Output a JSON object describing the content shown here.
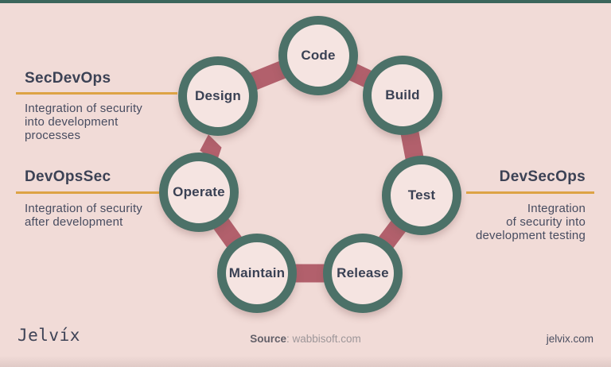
{
  "colors": {
    "background": "#f1dbd7",
    "circle_fill": "#f5e4e1",
    "circle_border": "#4c7168",
    "ribbon": "#b2606c",
    "accent_line": "#dda345",
    "title_text": "#3c4255",
    "body_text": "#474c60",
    "top_bar": "#3c665c"
  },
  "cycle": {
    "nodes": [
      {
        "label": "Code"
      },
      {
        "label": "Build"
      },
      {
        "label": "Test"
      },
      {
        "label": "Release"
      },
      {
        "label": "Maintain"
      },
      {
        "label": "Operate"
      },
      {
        "label": "Design"
      }
    ]
  },
  "callouts": {
    "secdevops": {
      "title": "SecDevOps",
      "description": "Integration of security\ninto development\nprocesses"
    },
    "devopssec": {
      "title": "DevOpsSec",
      "description": "Integration of security\nafter development"
    },
    "devsecops": {
      "title": "DevSecOps",
      "description": "Integration\nof security into\ndevelopment testing"
    }
  },
  "footer": {
    "logo": "Jelvíx",
    "source_label": "Source",
    "source_separator": ": ",
    "source_site": "wabbisoft.com",
    "website": "jelvix.com"
  }
}
